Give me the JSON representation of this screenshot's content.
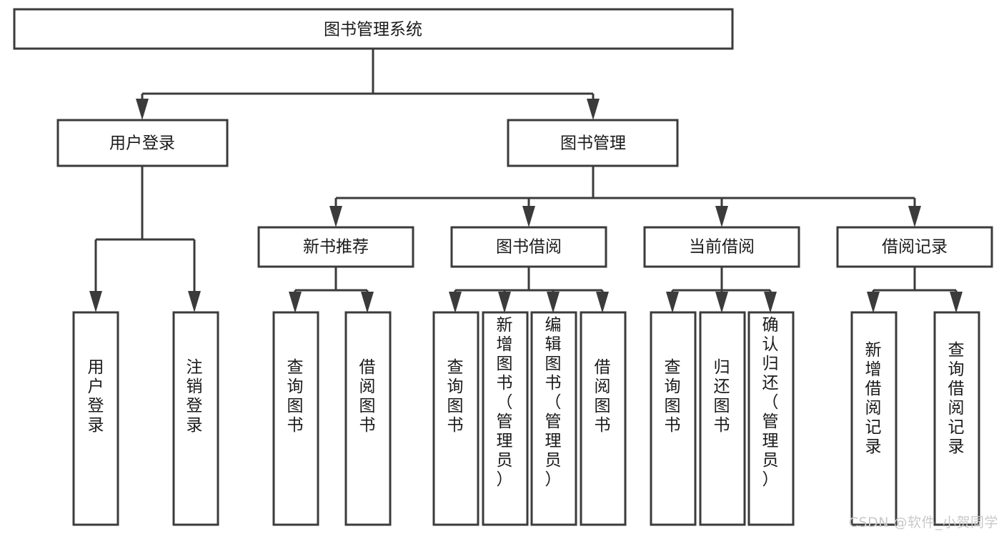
{
  "diagram": {
    "type": "hierarchy-tree",
    "title": "图书管理系统",
    "root": {
      "id": "root",
      "label": "图书管理系统",
      "level": 1
    },
    "level2": [
      {
        "id": "user-login",
        "label": "用户登录"
      },
      {
        "id": "book-manage",
        "label": "图书管理"
      }
    ],
    "level3": [
      {
        "id": "new-book-rec",
        "label": "新书推荐",
        "parent": "book-manage"
      },
      {
        "id": "book-borrow",
        "label": "图书借阅",
        "parent": "book-manage"
      },
      {
        "id": "current-borrow",
        "label": "当前借阅",
        "parent": "book-manage"
      },
      {
        "id": "borrow-record",
        "label": "借阅记录",
        "parent": "book-manage"
      }
    ],
    "leaves": [
      {
        "id": "leaf-user-login",
        "label": "用户登录",
        "parent": "user-login"
      },
      {
        "id": "leaf-logout",
        "label": "注销登录",
        "parent": "user-login"
      },
      {
        "id": "leaf-query-book-1",
        "label": "查询图书",
        "parent": "new-book-rec"
      },
      {
        "id": "leaf-borrow-book-1",
        "label": "借阅图书",
        "parent": "new-book-rec"
      },
      {
        "id": "leaf-query-book-2",
        "label": "查询图书",
        "parent": "book-borrow"
      },
      {
        "id": "leaf-add-book",
        "label": "新增图书（管理员）",
        "parent": "book-borrow"
      },
      {
        "id": "leaf-edit-book",
        "label": "编辑图书（管理员）",
        "parent": "book-borrow"
      },
      {
        "id": "leaf-borrow-book-2",
        "label": "借阅图书",
        "parent": "book-borrow"
      },
      {
        "id": "leaf-query-book-3",
        "label": "查询图书",
        "parent": "current-borrow"
      },
      {
        "id": "leaf-return-book",
        "label": "归还图书",
        "parent": "current-borrow"
      },
      {
        "id": "leaf-confirm-return",
        "label": "确认归还（管理员）",
        "parent": "current-borrow"
      },
      {
        "id": "leaf-add-record",
        "label": "新增借阅记录",
        "parent": "borrow-record"
      },
      {
        "id": "leaf-query-record",
        "label": "查询借阅记录",
        "parent": "borrow-record"
      }
    ],
    "colors": {
      "box_stroke": "#3b3b3b",
      "box_fill": "#ffffff",
      "connector": "#3b3b3b",
      "text": "#1a1a1a",
      "background": "#ffffff",
      "watermark": "#c9c9c9"
    }
  },
  "watermark": {
    "text": "CSDN @软件_小贺同学"
  }
}
